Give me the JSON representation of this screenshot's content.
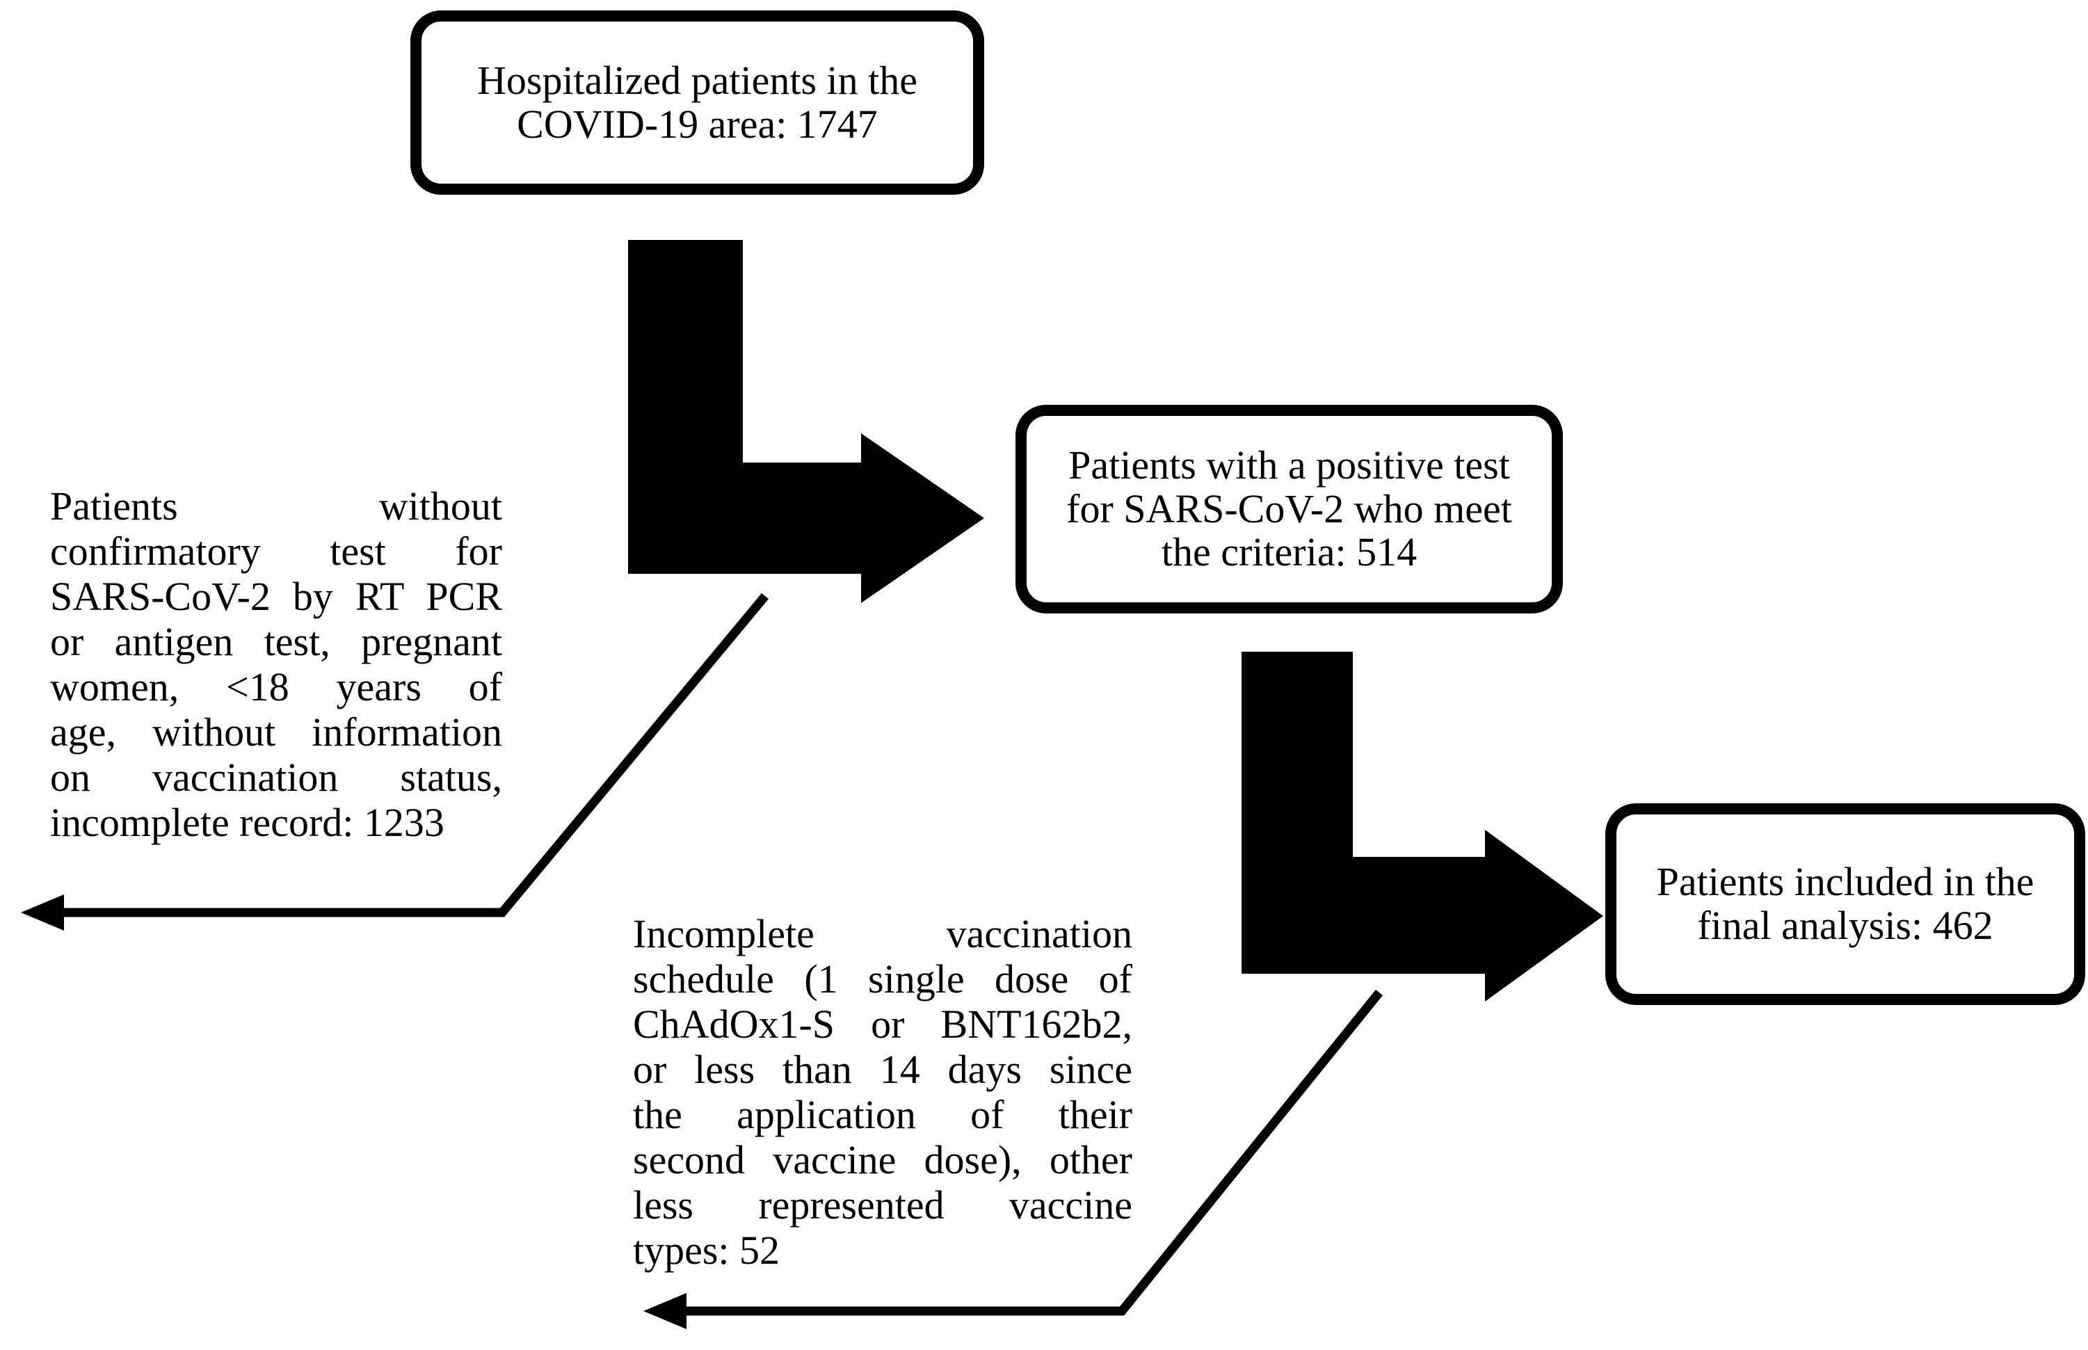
{
  "colors": {
    "line": "#000000",
    "background": "#ffffff"
  },
  "nodes": {
    "hospitalized": {
      "lines": [
        "Hospitalized patients in the",
        "COVID-19 area: 1747"
      ]
    },
    "positive": {
      "lines": [
        "Patients with a positive test",
        "for SARS-CoV-2 who meet",
        "the criteria: 514"
      ]
    },
    "final": {
      "lines": [
        "Patients included in the",
        "final analysis: 462"
      ]
    }
  },
  "exclusions": {
    "first": {
      "lines": [
        "Patients without",
        "confirmatory test for",
        "SARS-CoV-2 by RT PCR",
        "or antigen test, pregnant",
        "women, <18 years of",
        "age, without information",
        "on vaccination status,",
        "incomplete record: 1233"
      ]
    },
    "second": {
      "lines": [
        "Incomplete vaccination",
        "schedule (1 single dose of",
        "ChAdOx1-S or BNT162b2,",
        "or less than 14 days since",
        "the application of their",
        "second vaccine dose), other",
        "less represented vaccine",
        "types: 52"
      ]
    }
  }
}
